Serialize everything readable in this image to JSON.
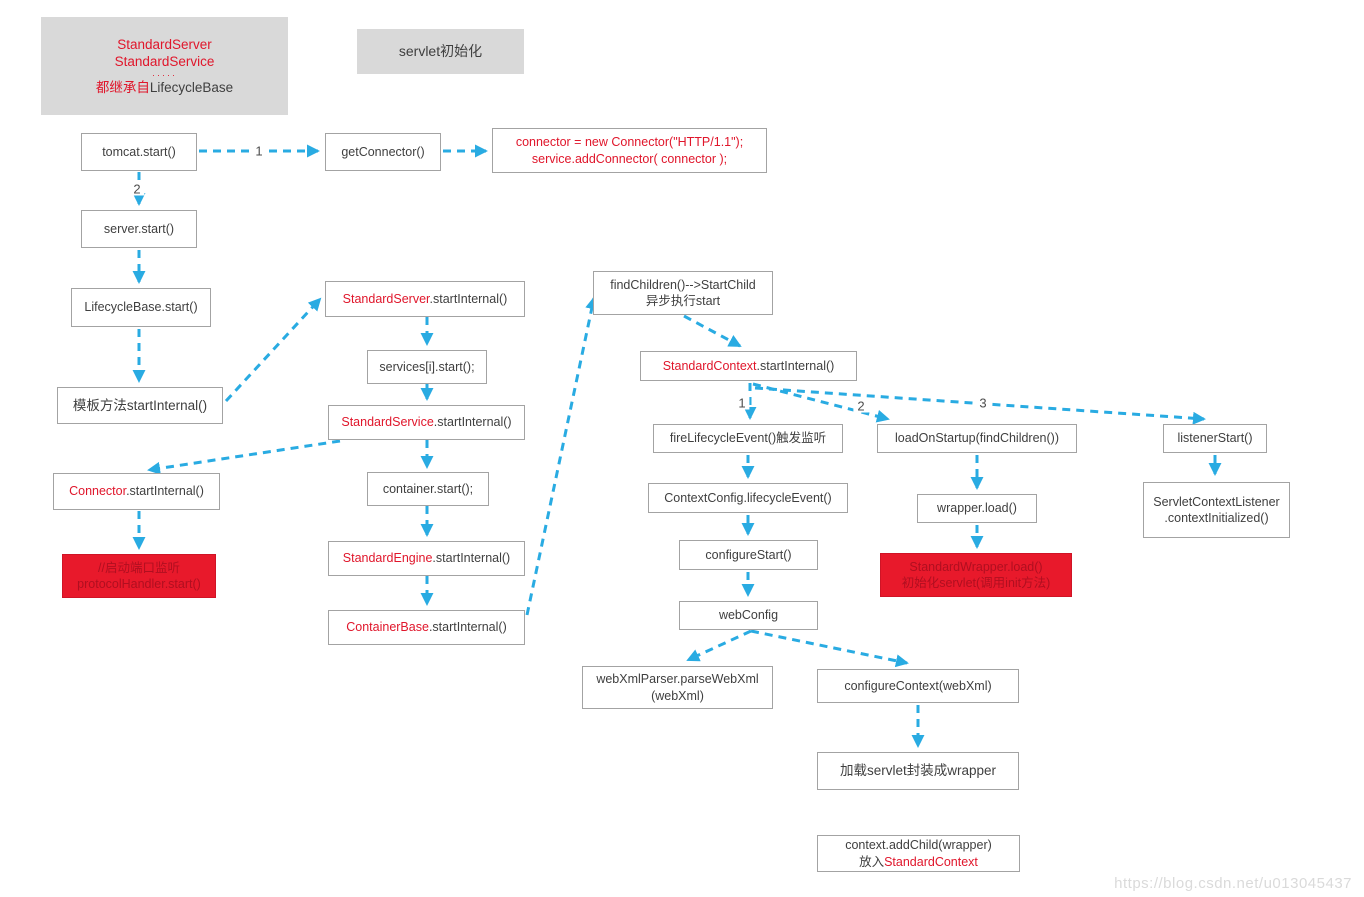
{
  "colors": {
    "arrow": "#29ABE2",
    "red_text": "#E0162B",
    "red_box_bg": "#E8192B",
    "gray_box_bg": "#D9D9D9",
    "box_border": "#A3A3A3",
    "text_dark": "#3F3F3F"
  },
  "legend": {
    "inherit": {
      "line1": "StandardServer",
      "line2": "StandardService",
      "dots": "·····",
      "line4_red": "都继承自",
      "line4_dark": "LifecycleBase"
    },
    "servlet_init": "servlet初始化"
  },
  "nodes": {
    "tomcat_start": "tomcat.start()",
    "get_connector": "getConnector()",
    "connector_code": {
      "line1": "connector = new Connector(\"HTTP/1.1\");",
      "line2": "service.addConnector( connector );"
    },
    "server_start": "server.start()",
    "lifecyclebase_start": "LifecycleBase.start()",
    "template_method": "模板方法startInternal()",
    "connector_internal": {
      "red": "Connector",
      "rest": ".startInternal()"
    },
    "protocol_handler": {
      "line1": "//启动端口监听",
      "line2": "protocolHandler.start()"
    },
    "standard_server": {
      "red": "StandardServer",
      "rest": ".startInternal()"
    },
    "services_start": "services[i].start();",
    "standard_service": {
      "red": "StandardService",
      "rest": ".startInternal()"
    },
    "container_start": "container.start();",
    "standard_engine": {
      "red": "StandardEngine",
      "rest": ".startInternal()"
    },
    "container_base": {
      "red": "ContainerBase",
      "rest": ".startInternal()"
    },
    "find_children": {
      "line1": "findChildren()-->StartChild",
      "line2": "异步执行start"
    },
    "standard_context": {
      "red": "StandardContext",
      "rest": ".startInternal()"
    },
    "fire_lifecycle_event": "fireLifecycleEvent()触发监听",
    "load_on_startup": "loadOnStartup(findChildren())",
    "listener_start": "listenerStart()",
    "context_config": "ContextConfig.lifecycleEvent()",
    "configure_start": "configureStart()",
    "web_config": "webConfig",
    "wrapper_load": "wrapper.load()",
    "standard_wrapper": {
      "line1": "StandardWrapper.load()",
      "line2": "初始化servlet(调用init方法)"
    },
    "servlet_context_listener": {
      "line1": "ServletContextListener",
      "line2": ".contextInitialized()"
    },
    "webxml_parser": {
      "line1": "webXmlParser.parseWebXml",
      "line2": "(webXml)"
    },
    "configure_context": "configureContext(webXml)",
    "load_servlet_wrapper": "加载servlet封装成wrapper",
    "context_add_child": {
      "line1": "context.addChild(wrapper)",
      "line2_dark": "放入",
      "line2_red": "StandardContext"
    }
  },
  "edge_labels": {
    "step1": "1",
    "step2": "2",
    "branch1": "1",
    "branch2": "2",
    "branch3": "3"
  },
  "watermark": "https://blog.csdn.net/u013045437"
}
